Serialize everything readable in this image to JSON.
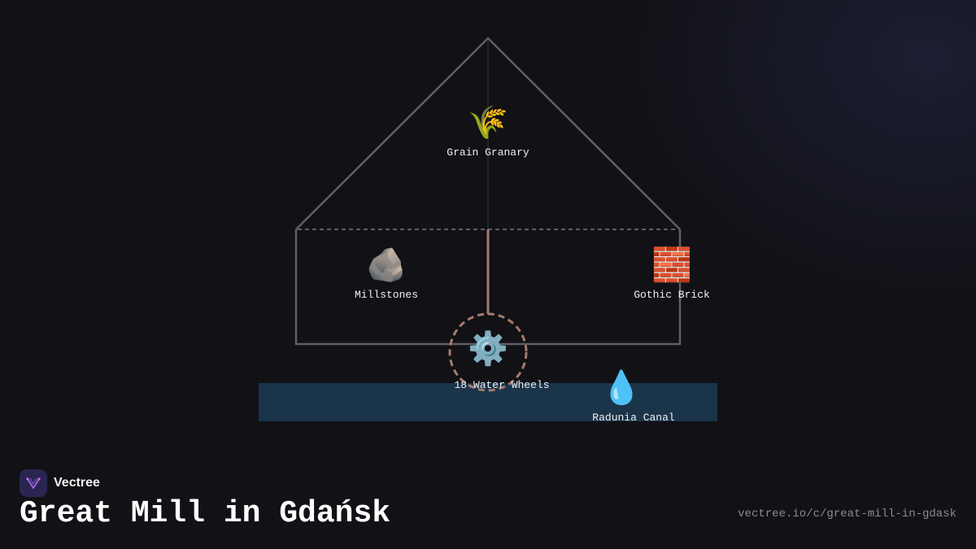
{
  "diagram": {
    "nodes": {
      "granary": {
        "icon": "🌾",
        "icon_name": "wheat-icon",
        "label": "Grain Granary"
      },
      "millstones": {
        "icon": "🪨",
        "icon_name": "rock-icon",
        "label": "Millstones"
      },
      "brick": {
        "icon": "🧱",
        "icon_name": "brick-icon",
        "label": "Gothic Brick"
      },
      "wheels": {
        "icon": "⚙️",
        "icon_name": "gear-icon",
        "label": "18 Water Wheels"
      },
      "canal": {
        "icon": "💧",
        "icon_name": "droplet-icon",
        "label": "Radunia Canal"
      }
    },
    "colors": {
      "outline": "#5f5f64",
      "shaft": "#a57b6c",
      "canal": "#1a344a",
      "background": "#111116"
    }
  },
  "brand": {
    "name": "Vectree",
    "logo_icon": "vectree-logo-icon"
  },
  "title": "Great Mill in Gdańsk",
  "url": "vectree.io/c/great-mill-in-gdask"
}
